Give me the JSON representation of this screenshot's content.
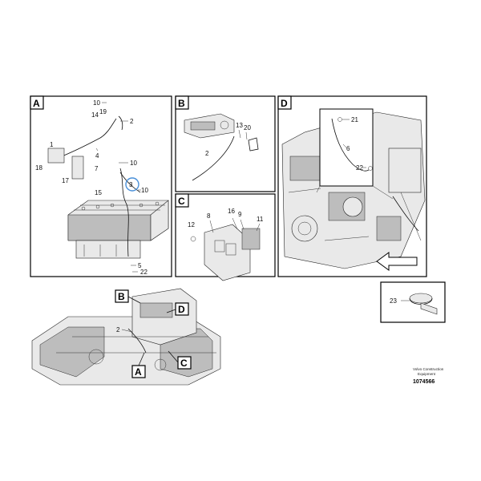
{
  "panels": {
    "a": {
      "label": "A"
    },
    "b": {
      "label": "B"
    },
    "c": {
      "label": "C"
    },
    "d": {
      "label": "D"
    }
  },
  "callouts": {
    "a_10_top": "10",
    "a_19": "19",
    "a_14": "14",
    "a_4": "4",
    "a_2": "2",
    "a_1": "1",
    "a_18": "18",
    "a_7": "7",
    "a_17": "17",
    "a_15": "15",
    "a_10_mid": "10",
    "a_3": "3",
    "a_10_low": "10",
    "a_5": "5",
    "a_22": "22",
    "b_13": "13",
    "b_20": "20",
    "b_2": "2",
    "c_8": "8",
    "c_16": "16",
    "c_9": "9",
    "c_11": "11",
    "c_12": "12",
    "d_21": "21",
    "d_6": "6",
    "d_22": "22",
    "detail_23": "23",
    "overview_2": "2"
  },
  "overview_markers": {
    "b": "B",
    "d": "D",
    "a": "A",
    "c": "C"
  },
  "credit": {
    "line1": "Volvo Construction",
    "line2": "Equipment"
  },
  "doc_number": "1074566",
  "colors": {
    "highlight_circle": "#4a90d9",
    "frame": "#000000"
  }
}
